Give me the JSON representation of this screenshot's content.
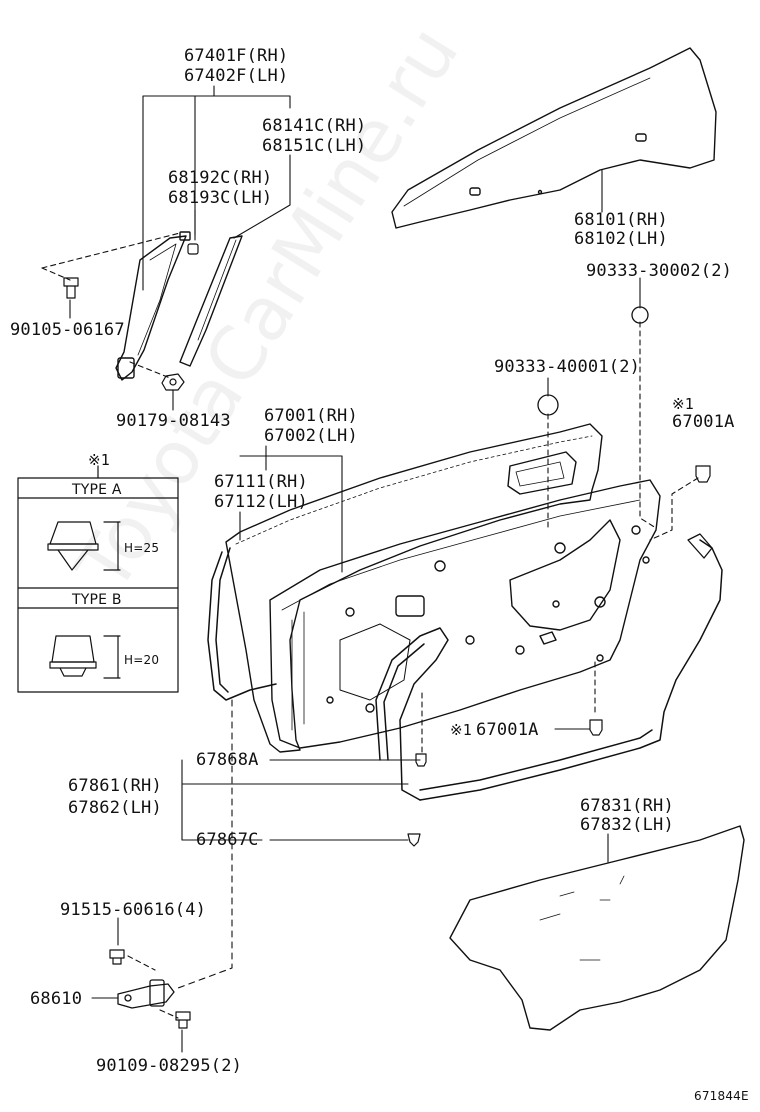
{
  "labels": {
    "p67401": "67401F(RH)",
    "p67402": "67402F(LH)",
    "p68141": "68141C(RH)",
    "p68151": "68151C(LH)",
    "p68192": "68192C(RH)",
    "p68193": "68193C(LH)",
    "p90105": "90105-06167",
    "p90179": "90179-08143",
    "p68101": "68101(RH)",
    "p68102": "68102(LH)",
    "p90333a": "90333-30002(2)",
    "p90333b": "90333-40001(2)",
    "note1": "※1",
    "p67001A": "67001A",
    "p67001": "67001(RH)",
    "p67002": "67002(LH)",
    "p67111": "67111(RH)",
    "p67112": "67112(LH)",
    "note1b": "※1",
    "p67001Ab": "67001A",
    "p67868": "67868A",
    "p67861": "67861(RH)",
    "p67862": "67862(LH)",
    "p67867": "67867C",
    "p67831": "67831(RH)",
    "p67832": "67832(LH)",
    "p91515": "91515-60616(4)",
    "p68610": "68610",
    "p90109": "90109-08295(2)",
    "figure_id": "671844E"
  },
  "type_box": {
    "note": "※1",
    "type_a": "TYPE A",
    "h_a": "H=25",
    "type_b": "TYPE B",
    "h_b": "H=20"
  },
  "watermark": "ToyotaCarMine.ru"
}
